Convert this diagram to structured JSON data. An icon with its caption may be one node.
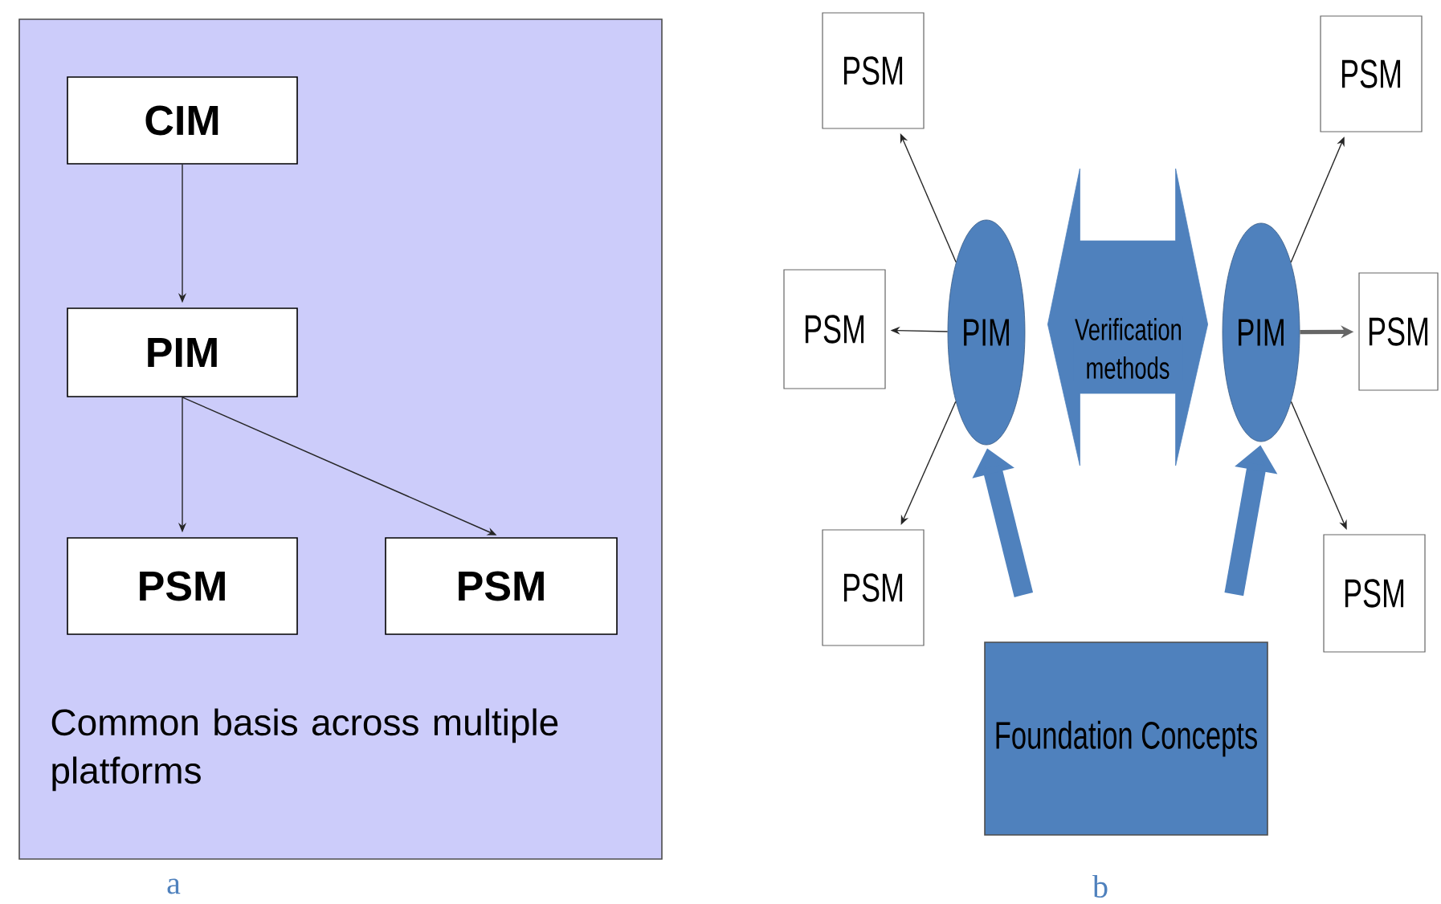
{
  "diagram": {
    "nodes": [
      {
        "text": [
          "Common basis across multiple platforms"
        ]
      },
      {
        "text": [
          "CIM"
        ],
        "in": 0
      },
      {
        "text": [
          "PIM"
        ],
        "in": 0
      },
      {
        "text": [
          "PSM"
        ],
        "in": 0
      },
      {
        "text": [
          "PSM"
        ],
        "in": 0
      },
      {
        "text": [
          "PSM"
        ]
      },
      {
        "text": [
          "PSM"
        ]
      },
      {
        "text": [
          "PSM"
        ]
      },
      {
        "text": [
          "PIM"
        ]
      },
      {
        "text": [
          "PIM"
        ]
      },
      {
        "text": [
          "PSM"
        ]
      },
      {
        "text": [
          "PSM"
        ]
      },
      {
        "text": [
          "PSM"
        ]
      },
      {
        "text": [
          "Foundation Concepts"
        ]
      }
    ],
    "edges": [
      {
        "from": 1,
        "to": 2,
        "arrow": "to"
      },
      {
        "from": 2,
        "to": 3,
        "arrow": "to"
      },
      {
        "from": 2,
        "to": 4,
        "arrow": "to"
      },
      {
        "from": 8,
        "to": 5,
        "arrow": "to"
      },
      {
        "from": 8,
        "to": 7,
        "arrow": "to"
      },
      {
        "from": 8,
        "to": 11,
        "arrow": "to"
      },
      {
        "from": 9,
        "to": 6,
        "arrow": "to"
      },
      {
        "from": 9,
        "to": 10,
        "arrow": "to",
        "style": "thick"
      },
      {
        "from": 9,
        "to": 12,
        "arrow": "to"
      },
      {
        "from": 13,
        "to": 8,
        "arrow": "to",
        "style": "thick",
        "color": "#4f81bd"
      },
      {
        "from": 13,
        "to": 9,
        "arrow": "to",
        "style": "thick",
        "color": "#4f81bd"
      },
      {
        "from": 8,
        "to": 9,
        "arrow": "both",
        "label": "Verification methods",
        "style": "thick",
        "color": "#4f81bd"
      }
    ],
    "labels": [
      "a",
      "b"
    ]
  }
}
